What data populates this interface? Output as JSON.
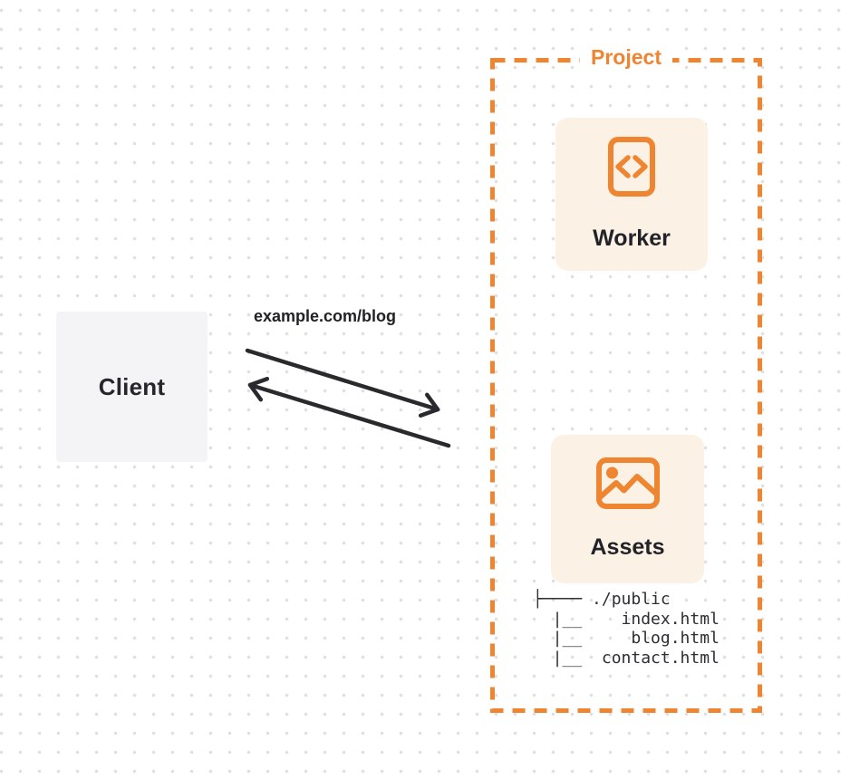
{
  "client": {
    "label": "Client"
  },
  "request": {
    "url_label": "example.com/blog"
  },
  "project": {
    "label": "Project",
    "worker": {
      "label": "Worker",
      "icon": "code-document-icon"
    },
    "assets": {
      "label": "Assets",
      "icon": "image-icon",
      "file_tree": "├──── ./public\n  |__    index.html\n  |__     blog.html\n  |__  contact.html"
    }
  },
  "arrows": {
    "request_direction": "client-to-project",
    "response_direction": "project-to-client"
  },
  "colors": {
    "accent_orange": "#ef8431",
    "card_background": "#fbf1e5",
    "client_background": "#f4f4f6",
    "ink": "#26262b",
    "dot_grid": "#e0e0e4"
  }
}
